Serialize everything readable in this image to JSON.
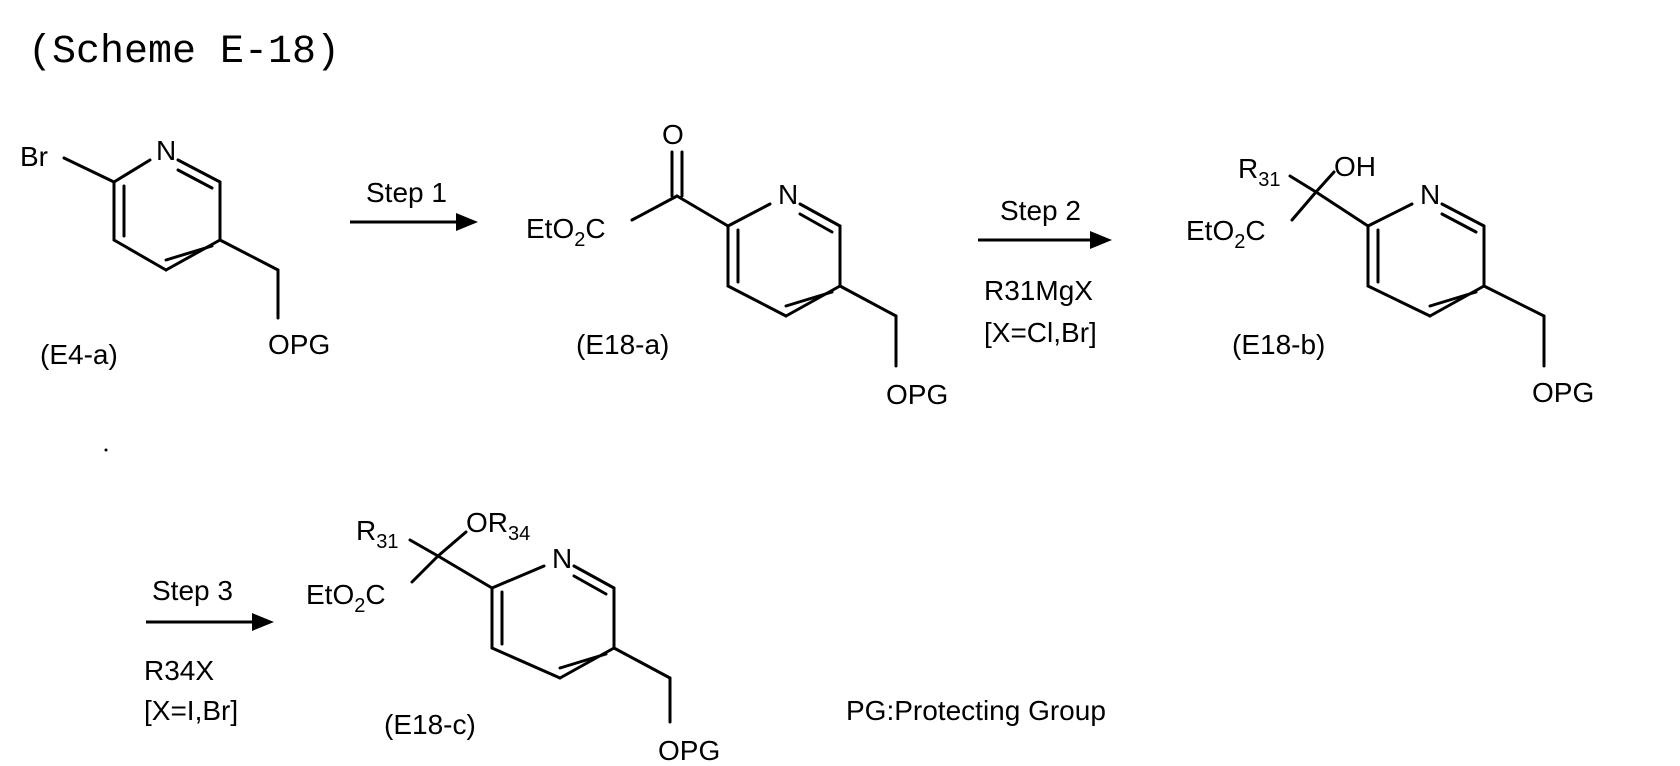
{
  "scheme_title": "(Scheme E-18)",
  "legend": "PG:Protecting Group",
  "compounds": {
    "e4a": {
      "id": "(E4-a)",
      "br": "Br",
      "n": "N",
      "opg": "OPG"
    },
    "e18a": {
      "id": "(E18-a)",
      "o": "O",
      "ester": "EtO",
      "ester_sub": "2",
      "ester_c": "C",
      "n": "N",
      "opg": "OPG"
    },
    "e18b": {
      "id": "(E18-b)",
      "r": "R",
      "r_sub": "31",
      "oh": "OH",
      "ester": "EtO",
      "ester_sub": "2",
      "ester_c": "C",
      "n": "N",
      "opg": "OPG"
    },
    "e18c": {
      "id": "(E18-c)",
      "r": "R",
      "r_sub": "31",
      "or": "OR",
      "or_sub": "34",
      "ester": "EtO",
      "ester_sub": "2",
      "ester_c": "C",
      "n": "N",
      "opg": "OPG"
    }
  },
  "steps": [
    {
      "label": "Step 1",
      "reagent": "",
      "condition": ""
    },
    {
      "label": "Step 2",
      "reagent": "R31MgX",
      "condition": "[X=Cl,Br]"
    },
    {
      "label": "Step 3",
      "reagent": "R34X",
      "condition": "[X=I,Br]"
    }
  ]
}
